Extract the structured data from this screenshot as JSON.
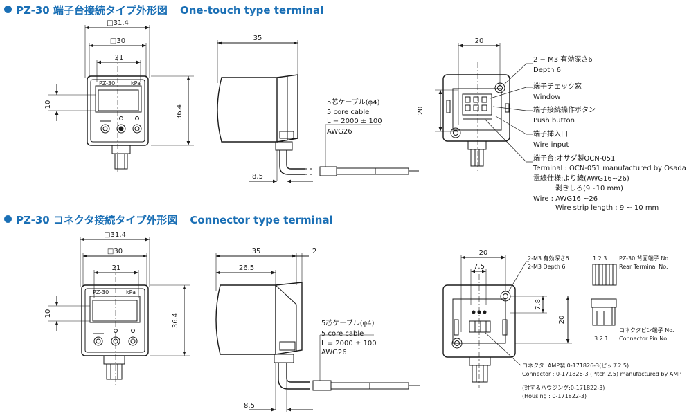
{
  "section1": {
    "title_ja": "PZ-30 端子台接続タイプ外形図",
    "title_en": "One-touch type terminal",
    "front": {
      "dim_square_outer": "□31.4",
      "dim_square_inner": "□30",
      "dim_width": "21",
      "dim_window_h": "10",
      "dim_height": "36.4",
      "model": "PZ-30",
      "unit": "kPa"
    },
    "side": {
      "dim_depth": "35",
      "dim_lead": "8.5",
      "cable_ja": "5芯ケーブル(φ4)",
      "cable_en": "5 core cable",
      "length": "L = 2000 ± 100",
      "awg": "AWG26"
    },
    "rear": {
      "dim_width": "20",
      "dim_height": "20",
      "notes": [
        "2 − M3 有効深さ6",
        "Depth 6",
        "端子チェック窓",
        "Window",
        "端子接続操作ボタン",
        "Push button",
        "端子挿入口",
        "Wire input",
        "端子台:オサダ製OCN-051",
        "Terminal : OCN-051 manufactured by Osada",
        "電線仕様:より線(AWG16~26)",
        "剥きしろ(9~10 mm)",
        "Wire : AWG16 ~26",
        "Wire strip length : 9 ~ 10 mm"
      ]
    }
  },
  "section2": {
    "title_ja": "PZ-30 コネクタ接続タイプ外形図",
    "title_en": "Connector type terminal",
    "front": {
      "dim_square_outer": "□31.4",
      "dim_square_inner": "□30",
      "dim_width": "21",
      "dim_window_h": "10",
      "dim_height": "36.4",
      "model": "PZ-30",
      "unit": "kPa"
    },
    "side": {
      "dim_depth": "35",
      "dim_offset": "2",
      "dim_body": "26.5",
      "dim_lead": "8.5",
      "cable_ja": "5芯ケーブル(φ4)",
      "cable_en": "5 core cable",
      "length": "L = 2000 ± 100",
      "awg": "AWG26"
    },
    "rear": {
      "dim_width": "20",
      "dim_pitch": "7.5",
      "dim_small_h": "7.8",
      "dim_height": "20",
      "tap_ja": "2-M3 有効深さ6",
      "tap_en": "2-M3 Depth 6",
      "pins_top": "1 2 3",
      "rear_terminal_ja": "PZ-30 背面端子 No.",
      "rear_terminal_en": "Rear Terminal No.",
      "pins_bottom": "3 2 1",
      "connector_pin_ja": "コネクタピン端子 No.",
      "connector_pin_en": "Connector Pin No.",
      "connector_ja": "コネクタ: AMP製 0-171826-3(ピッチ2.5)",
      "connector_en": "Connector : 0-171826-3 (Pitch 2.5) manufactured by AMP",
      "housing_ja": "(対するハウジング:0-171822-3)",
      "housing_en": "(Housing : 0-171822-3)"
    }
  }
}
